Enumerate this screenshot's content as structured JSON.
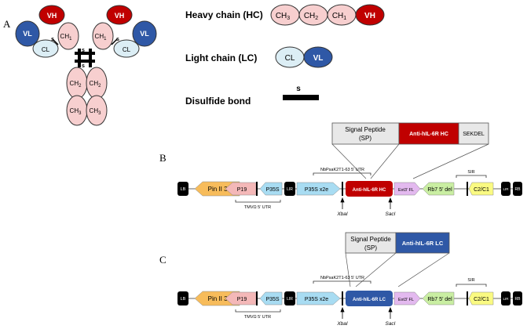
{
  "panel_labels": {
    "a": "A",
    "b": "B",
    "c": "C"
  },
  "antibody": {
    "vh": "VH",
    "vl": "VL",
    "cl": "CL",
    "ch1": "CH",
    "ch2": "CH",
    "ch3": "CH",
    "sub1": "1",
    "sub2": "2",
    "sub3": "3",
    "s": "s"
  },
  "legend": {
    "heavy_chain": "Heavy chain (HC)",
    "light_chain": "Light chain (LC)",
    "disulfide": "Disulfide bond",
    "hc_domains": [
      "CH",
      "CH",
      "CH",
      "VH"
    ],
    "hc_subs": [
      "3",
      "2",
      "1",
      ""
    ],
    "lc_domains": [
      "CL",
      "VL"
    ],
    "s": "s"
  },
  "construct_b": {
    "cassette": {
      "sp_line1": "Signal Peptide",
      "sp_line2": "(SP)",
      "gene": "Anti-hIL-6R HC",
      "tag": "SEKDEL"
    },
    "elements": {
      "lb": "LB",
      "pin": "Pin II 3’",
      "p19": "P19",
      "p35s": "P35S",
      "lir1": "LIR",
      "p35s2": "P35S x2e",
      "gene": "Anti-hIL-6R HC",
      "ext": "Ext3’ FL",
      "rb7": "Rb7 5’ del",
      "c2c1": "C2/C1",
      "lir2": "LIR",
      "rb": "RB"
    },
    "utr_label": "NbPsaK2T1-63 5’ UTR",
    "tmv_label": "TMVΩ 5’ UTR",
    "sir_label": "SIR",
    "xbai": "XbaI",
    "saci": "SacI"
  },
  "construct_c": {
    "cassette": {
      "sp_line1": "Signal Peptide",
      "sp_line2": "(SP)",
      "gene": "Anti-hIL-6R LC"
    },
    "elements": {
      "lb": "LB",
      "pin": "Pin II 3’",
      "p19": "P19",
      "p35s": "P35S",
      "lir1": "LIR",
      "p35s2": "P35S x2e",
      "gene": "Anti-hIL-6R LC",
      "ext": "Ext3’ FL",
      "rb7": "Rb7 5’ del",
      "c2c1": "C2/C1",
      "lir2": "LIR",
      "rb": "RB"
    },
    "utr_label": "NbPsaK2T1-63 5’ UTR",
    "tmv_label": "TMVΩ 5’ UTR",
    "sir_label": "SIR",
    "xbai": "XbaI",
    "saci": "SacI"
  },
  "colors": {
    "heavy_red": "#c00000",
    "constant_pink": "#f7cfcf",
    "light_blue_domain": "#dceef5",
    "vl_blue": "#2f58a6",
    "lc_gene_blue": "#2f58a6",
    "orange": "#f7bc5b",
    "p19_pink": "#f4b8b8",
    "p35s_cyan": "#a8dcf2",
    "ext_lavender": "#e3b9ef",
    "rb7_green": "#c9eea2",
    "c2c1_yellow": "#fafa82",
    "gray_box": "#e8e8e8"
  }
}
